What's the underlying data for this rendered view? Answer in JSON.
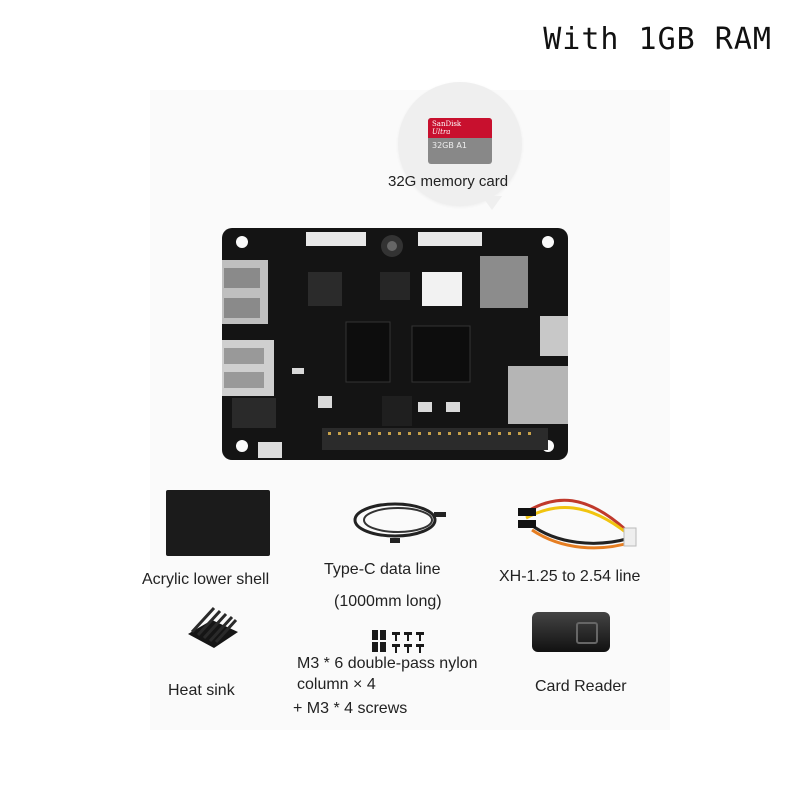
{
  "header": {
    "title": "With 1GB RAM"
  },
  "memory_card": {
    "label": "32G memory card",
    "card_brand": "SanDisk",
    "card_line": "Ultra",
    "card_capacity": "32GB",
    "card_marks": "A1"
  },
  "items": {
    "acrylic_shell": "Acrylic lower shell",
    "typec_line1": "Type-C data line",
    "typec_line2": "(1000mm long)",
    "xh_line": "XH-1.25 to 2.54 line",
    "heat_sink": "Heat sink",
    "nylon_line1": "M3 * 6 double-pass nylon",
    "nylon_line2": "column × 4",
    "nylon_line3": "+ M3 * 4 screws",
    "card_reader": "Card Reader"
  },
  "colors": {
    "background": "#ffffff",
    "board": "#141414",
    "card_red": "#c8102e"
  },
  "icons": [
    "circuit-board-image",
    "memory-card-image",
    "acrylic-shell-image",
    "usb-c-cable-image",
    "xh-cable-image",
    "heat-sink-image",
    "screws-image",
    "card-reader-image"
  ]
}
